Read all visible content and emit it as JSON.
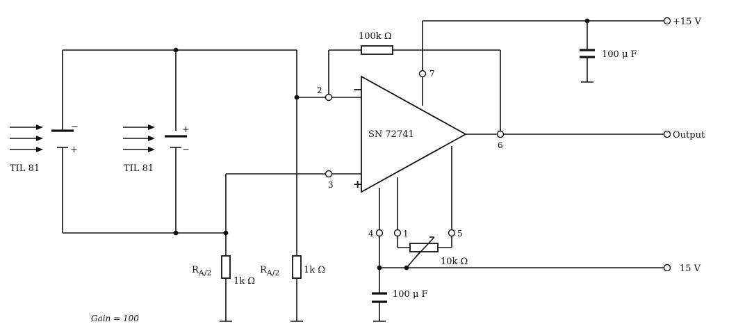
{
  "supplies": {
    "positive": "+15 V",
    "negative": "15 V"
  },
  "output_label": "Output",
  "opamp": {
    "name": "SN 72741",
    "pins": {
      "inv": "2",
      "noninv": "3",
      "vplus": "7",
      "out": "6",
      "vminus": "4",
      "offset1": "1",
      "offset2": "5"
    },
    "minus_sign": "−",
    "plus_sign": "+"
  },
  "components": {
    "feedback_resistor": "100k Ω",
    "cap_top": "100 μ F",
    "cap_bottom": "100 μ F",
    "trim_pot": "10k Ω",
    "r_left": {
      "name_main": "R",
      "name_sub": "A/2",
      "value": "1k Ω"
    },
    "r_right": {
      "name_main": "R",
      "name_sub": "A/2",
      "value": "1k Ω"
    }
  },
  "photodiodes": [
    {
      "label": "TIL 81",
      "plus": "+",
      "minus": "−"
    },
    {
      "label": "TIL 81",
      "plus": "+",
      "minus": "−"
    }
  ],
  "note": "Gain = 100"
}
